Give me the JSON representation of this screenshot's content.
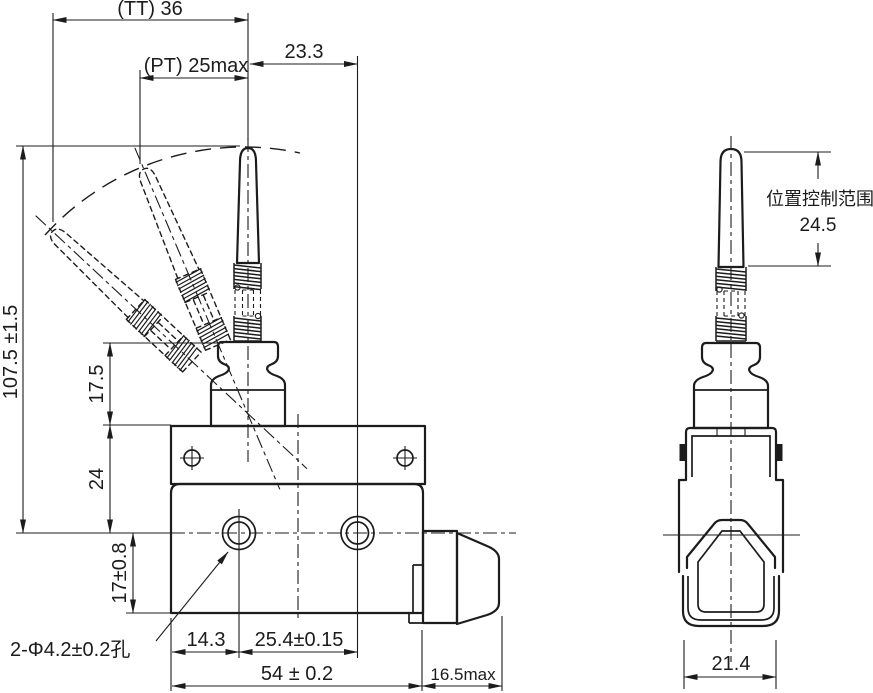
{
  "style": {
    "ink_color": "#1c1c1c",
    "background_color": "#ffffff"
  },
  "front_view": {
    "dims": {
      "total_travel": "(TT) 36",
      "pre_travel": "(PT) 25max",
      "center_to_hole": "23.3",
      "overall_height": "107.5 ±1.5",
      "boss_height": "17.5",
      "head_height": "24",
      "base_height": "17±0.8",
      "hole_callout": "2-Φ4.2±0.2孔",
      "edge_to_hole": "14.3",
      "hole_pitch": "25.4±0.15",
      "body_width": "54 ± 0.2",
      "nozzle_length": "16.5max"
    }
  },
  "side_view": {
    "dims": {
      "control_range_label": "位置控制范围",
      "control_range_value": "24.5",
      "body_depth": "21.4"
    }
  }
}
